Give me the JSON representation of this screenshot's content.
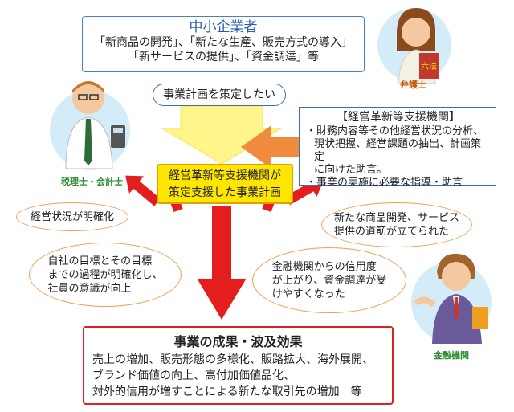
{
  "sme": {
    "title": "中小企業者",
    "line1": "「新商品の開発」、「新たな生産、販売方式の導入」",
    "line2": "「新サービスの提供」、「資金調達」等"
  },
  "plan_pill": "事業計画を策定したい",
  "support": {
    "title": "【経営革新等支援機関】",
    "items": [
      "・財務内容等その他経営状況の分析、",
      "現状把握、経営課題の抽出、計画策定",
      "に向けた助言。",
      "・事業の実施に必要な指導・助言"
    ]
  },
  "center_plan": {
    "line1": "経営革新等支援機関が",
    "line2": "策定支援した事業計画"
  },
  "outcomes": {
    "o1": "経営状況が明確化",
    "o2": [
      "自社の目標とその目標",
      "までの過程が明確化し、",
      "社員の意識が向上"
    ],
    "o3": [
      "新たな商品開発、サービス",
      "提供の道筋が立てられた"
    ],
    "o4": [
      "金融機関からの信用度",
      "が上がり、資金調達が受",
      "けやすくなった"
    ]
  },
  "result": {
    "title": "事業の成果・波及効果",
    "lines": [
      "売上の増加、販売形態の多様化、販路拡大、海外展開、",
      "ブランド価値の向上、高付加価値品化、",
      "対外的信用が増すことによる新たな取引先の増加　等"
    ]
  },
  "roles": {
    "accountant": "税理士・会計士",
    "lawyer": "弁護士",
    "bank": "金融機関",
    "book_text": "六法"
  },
  "colors": {
    "arrow_red": "#e41e1e",
    "arrow_orange": "#f08a3c",
    "arrow_yellow": "#fff58a",
    "center_fill": "#ffe600",
    "blue_border": "#3a6fb8",
    "result_border": "#e02020"
  }
}
